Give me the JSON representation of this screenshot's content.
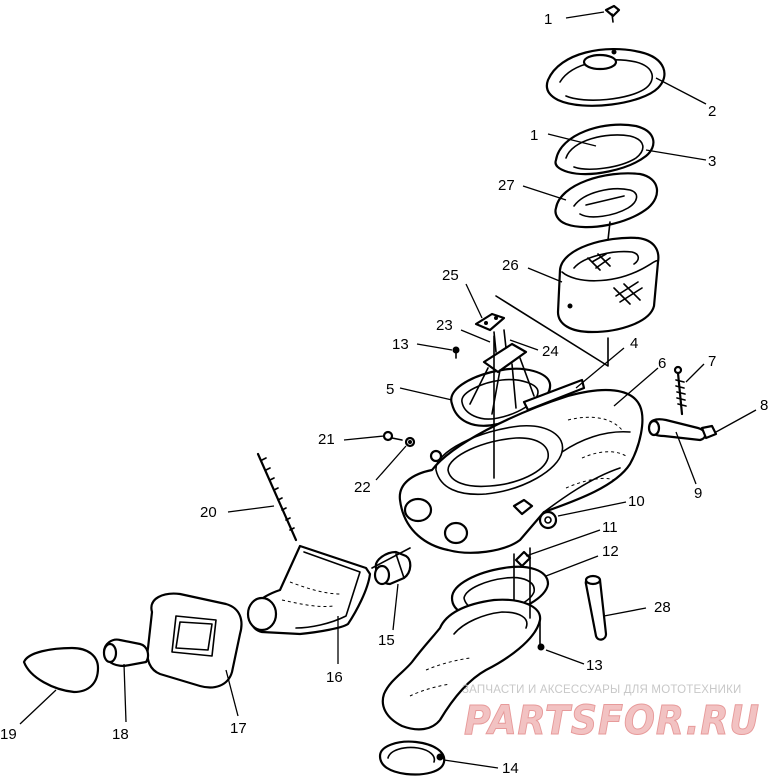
{
  "callouts": [
    {
      "id": "c1a",
      "label": "1"
    },
    {
      "id": "c2",
      "label": "2"
    },
    {
      "id": "c1b",
      "label": "1"
    },
    {
      "id": "c3",
      "label": "3"
    },
    {
      "id": "c27",
      "label": "27"
    },
    {
      "id": "c26",
      "label": "26"
    },
    {
      "id": "c25",
      "label": "25"
    },
    {
      "id": "c23",
      "label": "23"
    },
    {
      "id": "c13a",
      "label": "13"
    },
    {
      "id": "c24",
      "label": "24"
    },
    {
      "id": "c4",
      "label": "4"
    },
    {
      "id": "c5",
      "label": "5"
    },
    {
      "id": "c6",
      "label": "6"
    },
    {
      "id": "c7",
      "label": "7"
    },
    {
      "id": "c8",
      "label": "8"
    },
    {
      "id": "c21",
      "label": "21"
    },
    {
      "id": "c22",
      "label": "22"
    },
    {
      "id": "c9",
      "label": "9"
    },
    {
      "id": "c20",
      "label": "20"
    },
    {
      "id": "c10",
      "label": "10"
    },
    {
      "id": "c11",
      "label": "11"
    },
    {
      "id": "c12",
      "label": "12"
    },
    {
      "id": "c28",
      "label": "28"
    },
    {
      "id": "c15",
      "label": "15"
    },
    {
      "id": "c16",
      "label": "16"
    },
    {
      "id": "c13b",
      "label": "13"
    },
    {
      "id": "c17",
      "label": "17"
    },
    {
      "id": "c18",
      "label": "18"
    },
    {
      "id": "c19",
      "label": "19"
    },
    {
      "id": "c14",
      "label": "14"
    }
  ],
  "watermark": {
    "caption": "ЗАПЧАСТИ И АКСЕССУАРЫ ДЛЯ МОТОТЕХНИКИ",
    "logo_text": "PARTSFOR.RU",
    "color": "#e79a9a"
  }
}
